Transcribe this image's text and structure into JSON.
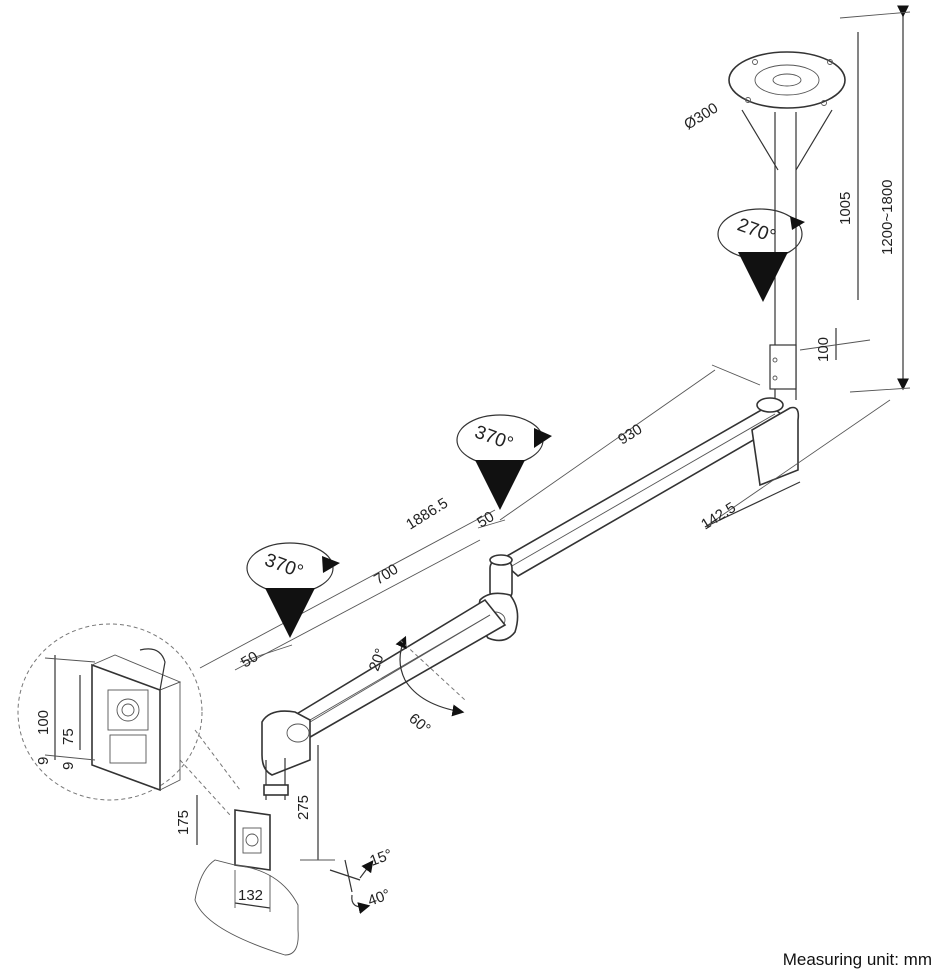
{
  "dimensions": {
    "flange_diameter": "Ø300",
    "pole_length": "1005",
    "total_height": "1200~1800",
    "pole_offset": "100",
    "upper_arm": "930",
    "total_length": "1886.5",
    "joint_offset_mid": "50",
    "lower_arm": "700",
    "joint_offset_end": "50",
    "clamp_depth": "142.5",
    "drop_height": "275",
    "plate_height": "175",
    "plate_width": "132",
    "vesa_100": "100",
    "vesa_75": "75",
    "vesa_9a": "9",
    "vesa_9b": "9"
  },
  "rotations": {
    "pole": "270°",
    "mid_joint": "370°",
    "end_joint": "370°"
  },
  "angles": {
    "arm_up": "20°",
    "arm_down": "60°",
    "tilt": "15°",
    "swivel": "40°"
  },
  "footer": {
    "unit_note": "Measuring unit: mm"
  }
}
